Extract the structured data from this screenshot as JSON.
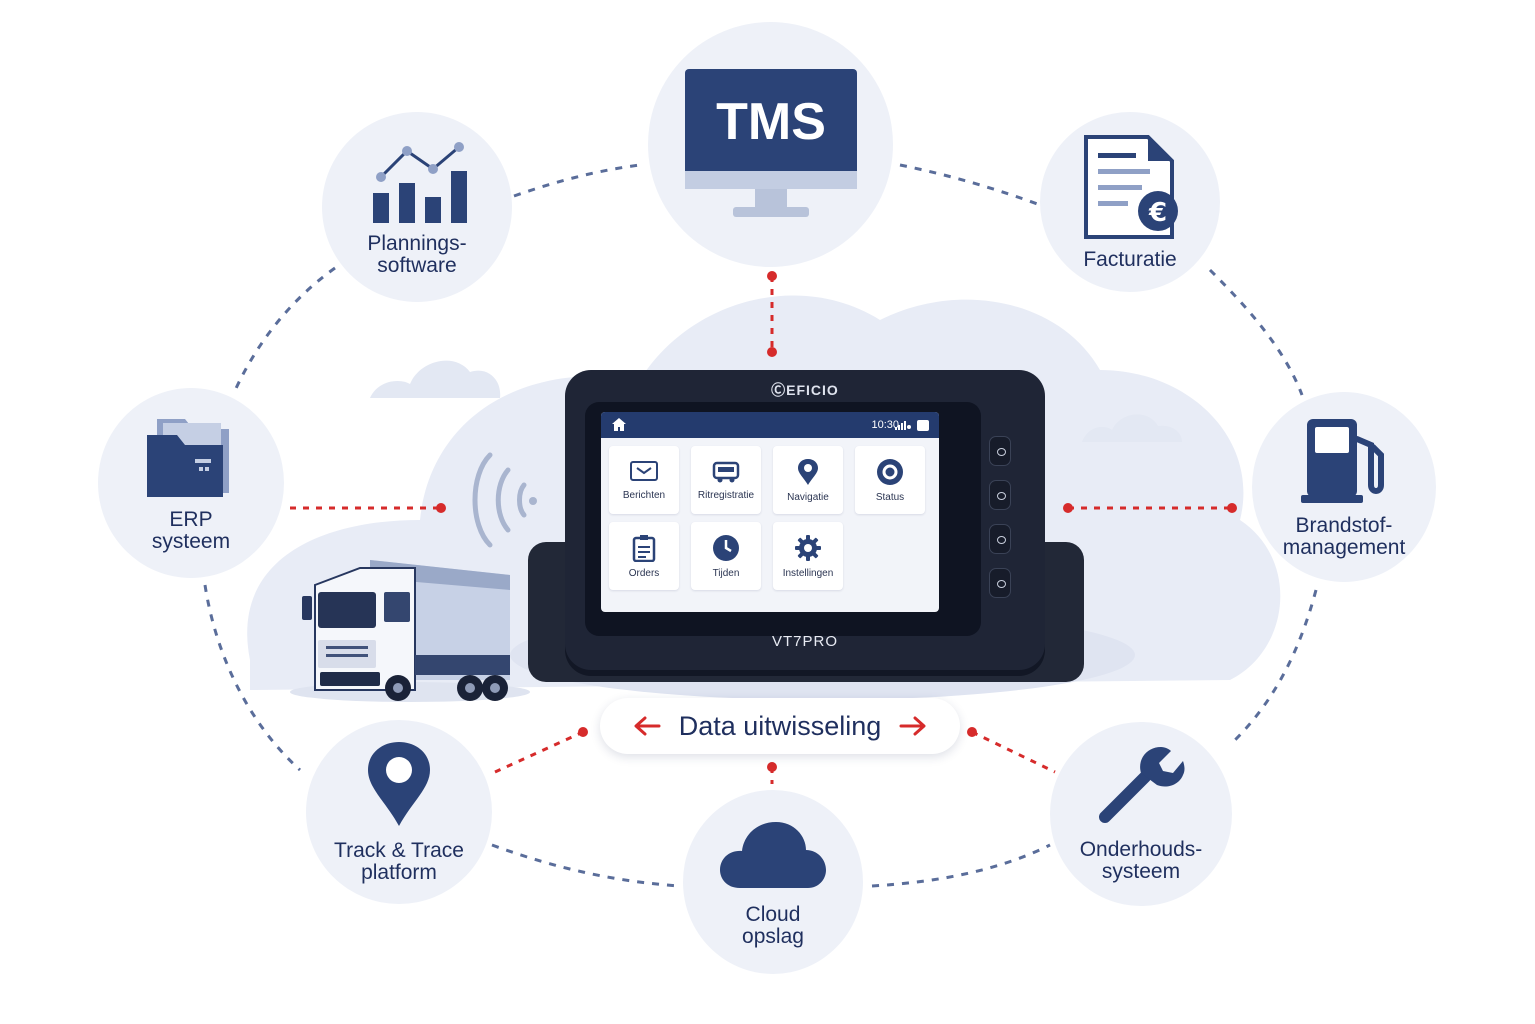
{
  "colors": {
    "primary": "#2b4377",
    "node_bg": "#eef1f8",
    "cloud_bg": "#e7ebf5",
    "connector_gray": "#5a6d9a",
    "connector_red": "#d62b2b",
    "device_body": "#1f2536",
    "screen_bar": "#243b6e"
  },
  "nodes": {
    "tms": {
      "label": "TMS",
      "icon": "monitor-icon"
    },
    "planning": {
      "label": "Plannings-\nsoftware",
      "icon": "bar-chart-icon"
    },
    "facturatie": {
      "label": "Facturatie",
      "icon": "invoice-euro-icon"
    },
    "erp": {
      "label": "ERP\nsysteem",
      "icon": "folder-icon"
    },
    "brandstof": {
      "label": "Brandstof-\nmanagement",
      "icon": "fuel-pump-icon"
    },
    "track": {
      "label": "Track & Trace\nplatform",
      "icon": "location-pin-icon"
    },
    "cloud": {
      "label": "Cloud\nopslag",
      "icon": "cloud-icon"
    },
    "onderhoud": {
      "label": "Onderhouds-\nsysteem",
      "icon": "wrench-icon"
    }
  },
  "device": {
    "brand": "EFICIO",
    "model": "VT7PRO",
    "status_bar": {
      "time": "10:30"
    },
    "apps": [
      {
        "label": "Berichten",
        "icon": "message-icon"
      },
      {
        "label": "Ritregistratie",
        "icon": "truck-icon"
      },
      {
        "label": "Navigatie",
        "icon": "pin-icon"
      },
      {
        "label": "Status",
        "icon": "status-icon"
      },
      {
        "label": "Orders",
        "icon": "clipboard-icon"
      },
      {
        "label": "Tijden",
        "icon": "clock-icon"
      },
      {
        "label": "Instellingen",
        "icon": "gear-icon"
      }
    ]
  },
  "exchange": {
    "label": "Data uitwisseling"
  }
}
